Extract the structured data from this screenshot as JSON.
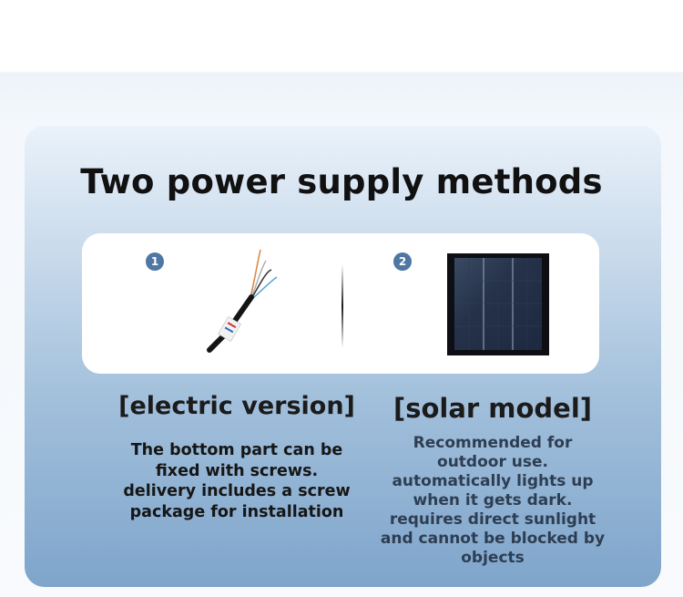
{
  "title": "Two power supply methods",
  "options": [
    {
      "number": "1",
      "heading": "[electric version]",
      "description_lines": [
        "The bottom part can be",
        "fixed with screws.",
        "delivery includes a screw",
        "package for installation"
      ]
    },
    {
      "number": "2",
      "heading": "[solar model]",
      "description_lines": [
        "Recommended for",
        "outdoor use.",
        "automatically lights up",
        "when it gets dark.",
        "requires direct sunlight",
        "and cannot be blocked by",
        "objects"
      ]
    }
  ],
  "icons": {
    "option1": "power-cable-image",
    "option2": "solar-panel-image"
  },
  "colors": {
    "badge": "#4f77a4",
    "card_top": "#eaf2fa",
    "card_bottom": "#7fa5cb"
  }
}
